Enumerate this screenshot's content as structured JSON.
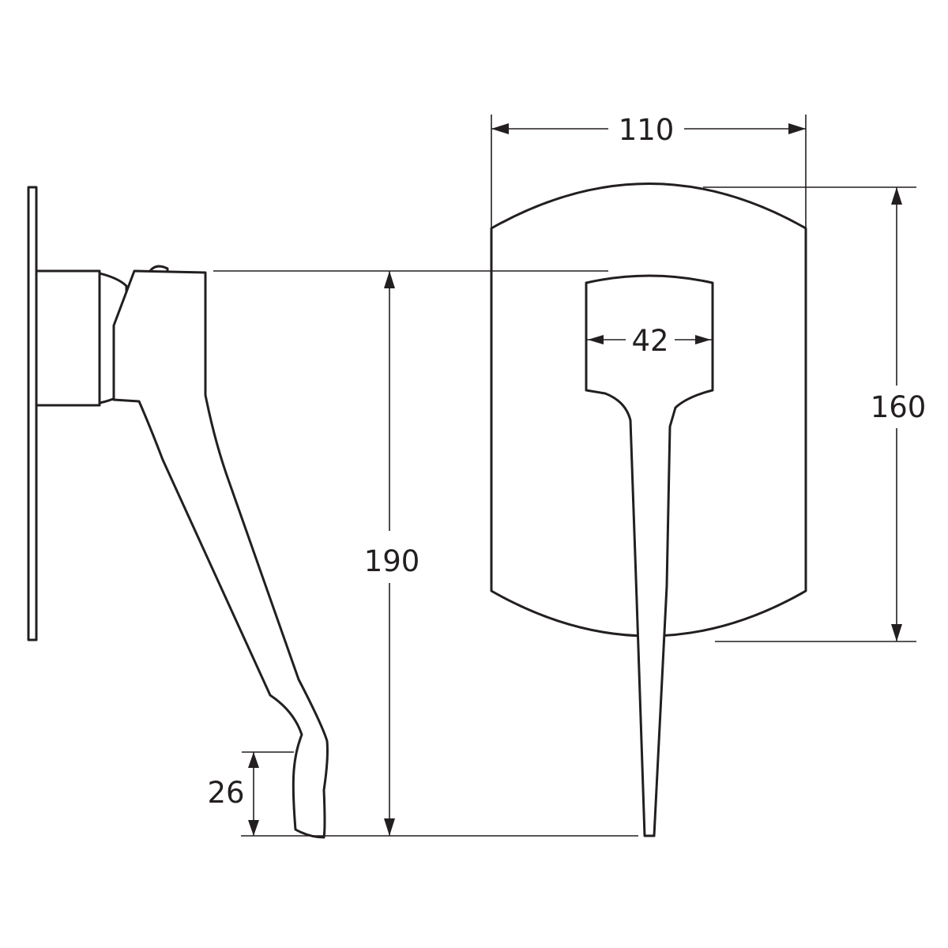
{
  "dimensions": {
    "cover_width": "110",
    "cover_height": "160",
    "handle_width": "42",
    "total_height": "190",
    "lever_tip_height": "26"
  },
  "colors": {
    "line": "#231f20",
    "background": "#ffffff"
  }
}
